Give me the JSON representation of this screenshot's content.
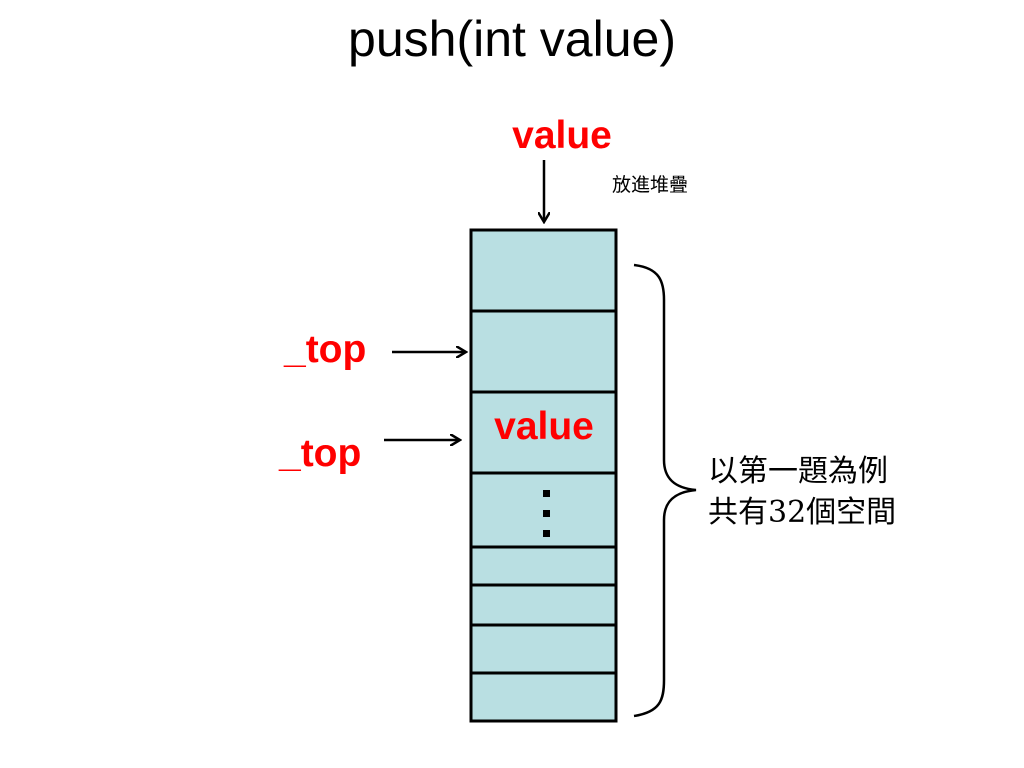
{
  "title": "push(int value)",
  "incoming_value_label": "value",
  "push_note": "放進堆疊",
  "stored_value_label": "value",
  "top_pointer_before": "_top",
  "top_pointer_after": "_top",
  "ellipsis": "⋮",
  "capacity_note": {
    "line1": "以第一題為例",
    "line2": "共有32個空間"
  },
  "colors": {
    "cell_fill": "#b9dfe2",
    "cell_border": "#000000",
    "label_red": "#ff0000",
    "text": "#000000"
  }
}
